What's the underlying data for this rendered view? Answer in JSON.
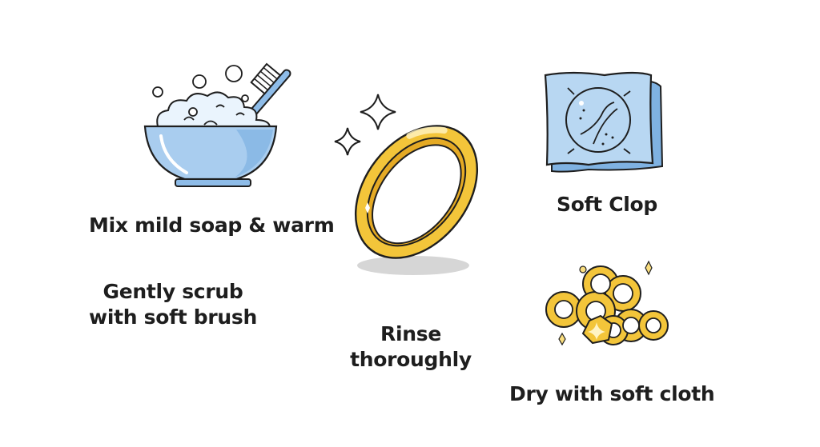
{
  "steps": {
    "mix": {
      "label": "Mix mild soap & warm"
    },
    "scrub": {
      "line1": "Gently scrub",
      "line2": "with soft brush"
    },
    "rinse": {
      "line1": "Rinse",
      "line2": "thoroughly"
    },
    "cloth": {
      "label": "Soft Clop"
    },
    "dry": {
      "label": "Dry with soft cloth"
    }
  },
  "icons": {
    "bowl": "soap-bowl-with-toothbrush-icon",
    "ring": "gold-ring-icon",
    "cloth": "polishing-cloth-icon",
    "rings_pile": "pile-of-gold-rings-icon"
  },
  "colors": {
    "blue_fill": "#a9cdef",
    "blue_dark": "#6fa6dc",
    "gold": "#f3c53a",
    "gold_light": "#f9dd7e",
    "outline": "#1e1e1e",
    "text": "#1e1e1e"
  }
}
